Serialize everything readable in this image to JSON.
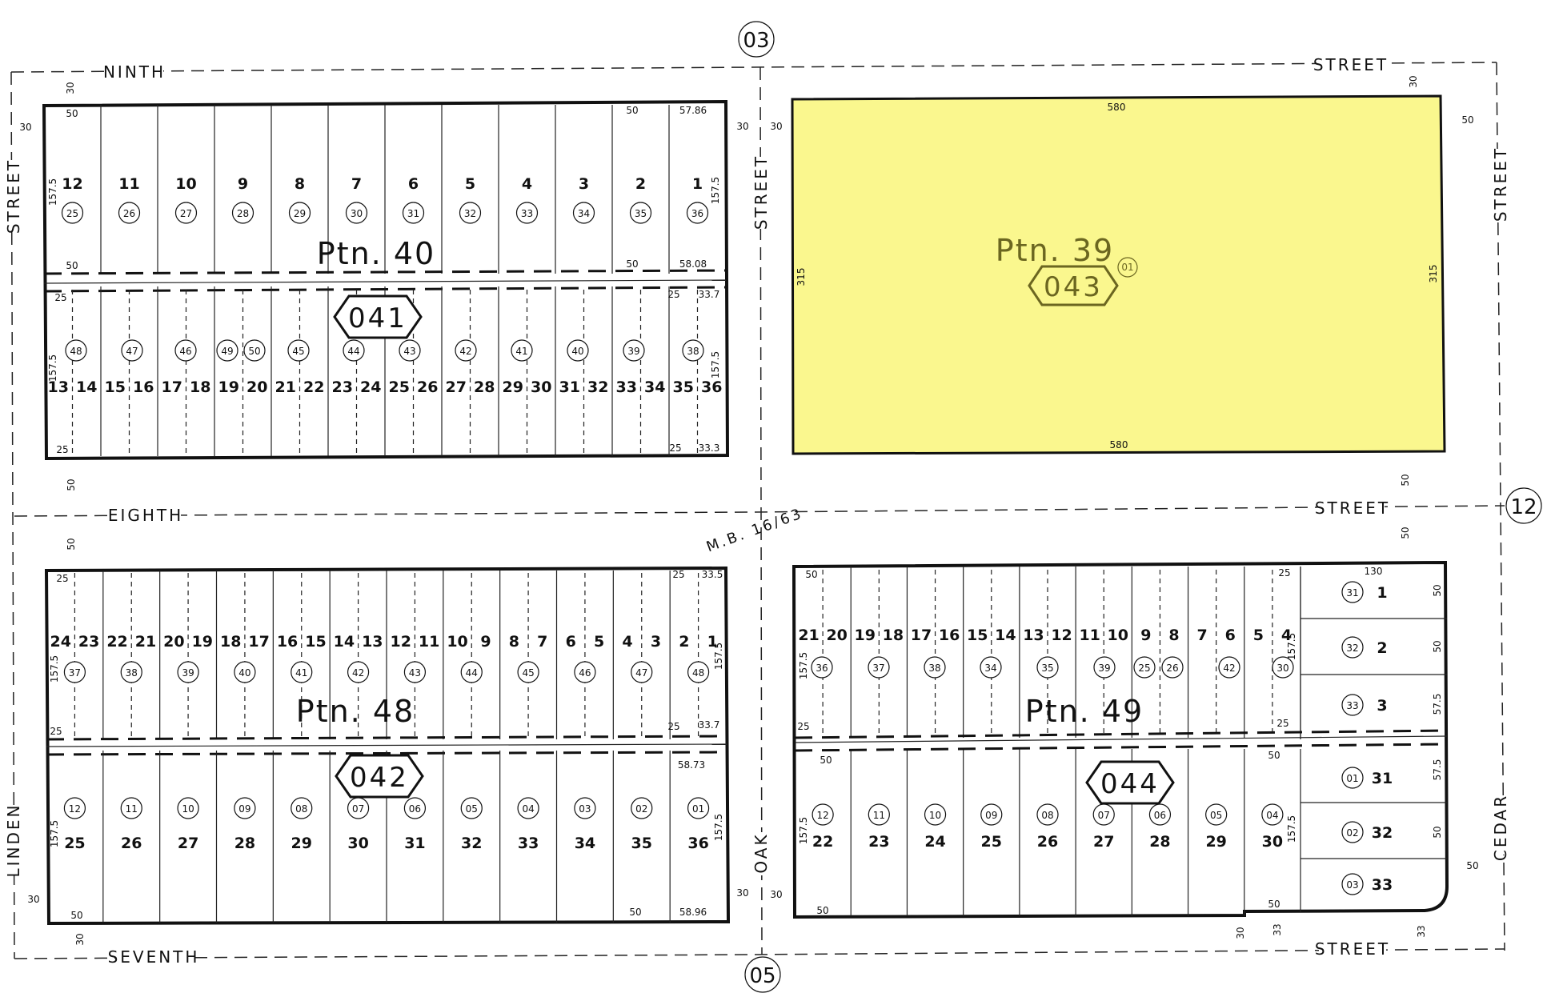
{
  "sheet_refs": {
    "top": "03",
    "right": "12",
    "bottom": "05"
  },
  "streets": {
    "ninth": "NINTH",
    "eighth": "EIGHTH",
    "seventh": "SEVENTH",
    "street": "STREET",
    "linden": "LINDEN",
    "oak": "OAK",
    "cedar": "CEDAR"
  },
  "map_book": "M.B. 16/63",
  "highlight_color": "#faf78e",
  "blocks": {
    "b041": {
      "book": "041",
      "ptn": "Ptn. 40",
      "north_lots": [
        "12",
        "11",
        "10",
        "9",
        "8",
        "7",
        "6",
        "5",
        "4",
        "3",
        "2",
        "1"
      ],
      "north_parcels": [
        "25",
        "26",
        "27",
        "28",
        "29",
        "30",
        "31",
        "32",
        "33",
        "34",
        "35",
        "36"
      ],
      "south_lots": [
        "13",
        "14",
        "15",
        "16",
        "17",
        "18",
        "19",
        "20",
        "21",
        "22",
        "23",
        "24",
        "25",
        "26",
        "27",
        "28",
        "29",
        "30",
        "31",
        "32",
        "33",
        "34",
        "35",
        "36"
      ],
      "south_parcels": [
        "48",
        "47",
        "46",
        "49",
        "50",
        "45",
        "44",
        "43",
        "42",
        "41",
        "40",
        "39",
        "38"
      ],
      "dims": {
        "w50": "50",
        "d5786": "57.86",
        "d5808": "58.08",
        "d1575": "157.5",
        "w25": "25",
        "d337": "33.7",
        "d333": "33.3"
      }
    },
    "b043": {
      "book": "043",
      "ptn": "Ptn. 39",
      "parcel": "01",
      "dims": {
        "w580": "580",
        "d315": "315"
      }
    },
    "b042": {
      "book": "042",
      "ptn": "Ptn. 48",
      "north_lots": [
        "24",
        "23",
        "22",
        "21",
        "20",
        "19",
        "18",
        "17",
        "16",
        "15",
        "14",
        "13",
        "12",
        "11",
        "10",
        "9",
        "8",
        "7",
        "6",
        "5",
        "4",
        "3",
        "2",
        "1"
      ],
      "north_parcels": [
        "37",
        "38",
        "39",
        "40",
        "41",
        "42",
        "43",
        "44",
        "45",
        "46",
        "47",
        "48"
      ],
      "south_lots": [
        "25",
        "26",
        "27",
        "28",
        "29",
        "30",
        "31",
        "32",
        "33",
        "34",
        "35",
        "36"
      ],
      "south_parcels": [
        "12",
        "11",
        "10",
        "09",
        "08",
        "07",
        "06",
        "05",
        "04",
        "03",
        "02",
        "01"
      ],
      "dims": {
        "w25": "25",
        "d335": "33.5",
        "d1575": "157.5",
        "d337": "33.7",
        "d5873": "58.73",
        "w50": "50",
        "d5896": "58.96"
      }
    },
    "b044": {
      "book": "044",
      "ptn": "Ptn. 49",
      "north_lots": [
        "21",
        "20",
        "19",
        "18",
        "17",
        "16",
        "15",
        "14",
        "13",
        "12",
        "11",
        "10",
        "9",
        "8",
        "7",
        "6",
        "5",
        "4"
      ],
      "north_parcels": [
        "36",
        "37",
        "38",
        "34",
        "35",
        "39",
        "25",
        "26",
        "42",
        "30"
      ],
      "south_lots": [
        "22",
        "23",
        "24",
        "25",
        "26",
        "27",
        "28",
        "29",
        "30"
      ],
      "south_parcels": [
        "12",
        "11",
        "10",
        "09",
        "08",
        "07",
        "06",
        "05",
        "04"
      ],
      "east_lots": [
        "1",
        "2",
        "3",
        "31",
        "32",
        "33"
      ],
      "east_parcels": [
        "31",
        "32",
        "33",
        "01",
        "02",
        "03"
      ],
      "dims": {
        "w50": "50",
        "d1575": "157.5",
        "w25": "25",
        "w130": "130",
        "d575": "57.5"
      }
    }
  },
  "margins": {
    "m30": "30",
    "m50": "50",
    "m33": "33"
  }
}
